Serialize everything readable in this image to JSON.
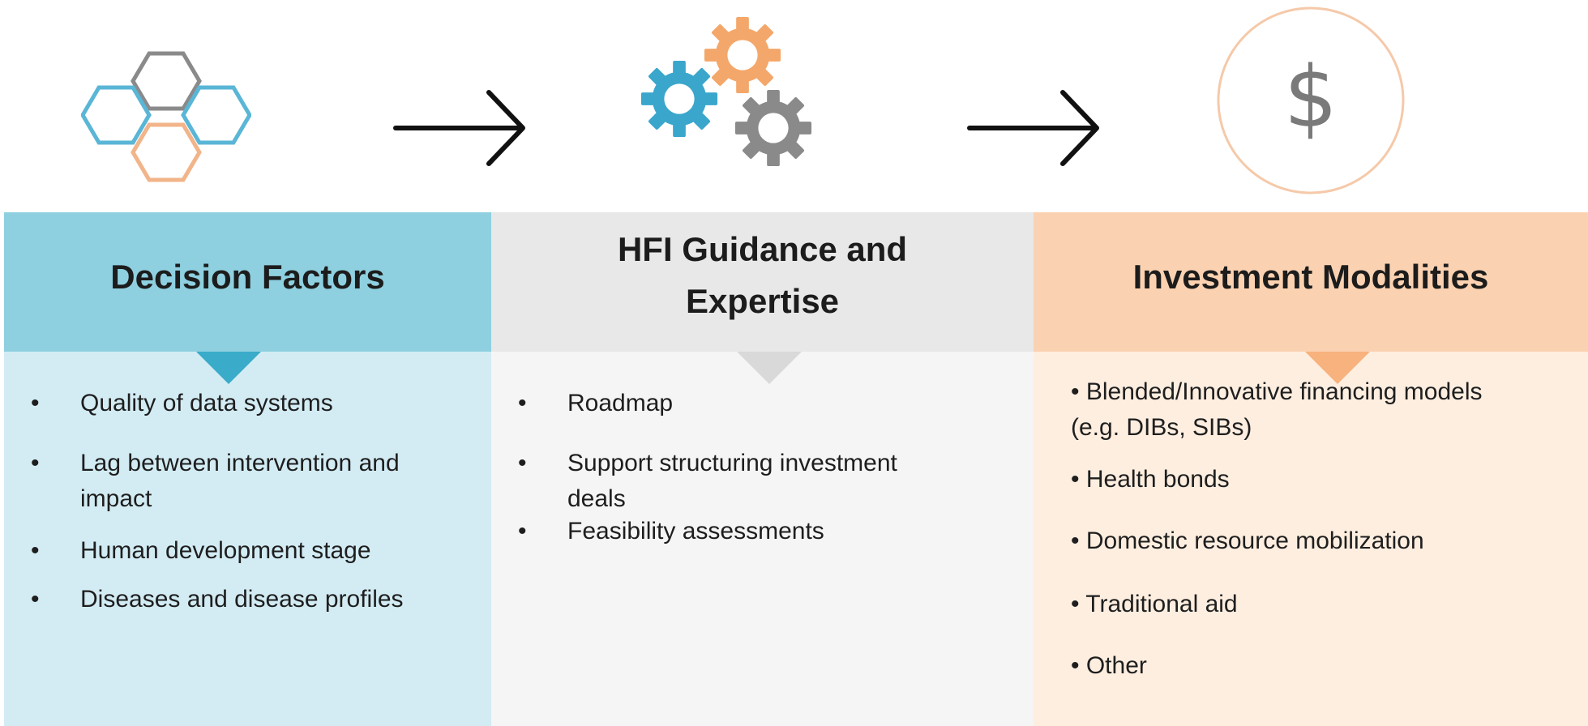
{
  "columns": [
    {
      "title": "Decision Factors",
      "items": [
        "Quality of data systems",
        [
          "Lag between intervention and",
          "impact"
        ],
        "Human development stage",
        "Diseases and disease profiles"
      ]
    },
    {
      "title_lines": [
        "HFI Guidance and",
        "Expertise"
      ],
      "items": [
        "Roadmap",
        [
          "Support structuring investment",
          "deals"
        ],
        "Feasibility assessments"
      ]
    },
    {
      "title": "Investment Modalities",
      "items": [
        [
          "• Blended/Innovative financing models",
          "(e.g. DIBs, SIBs)"
        ],
        "• Health bonds",
        "• Domestic resource mobilization",
        "• Traditional aid",
        "• Other"
      ]
    }
  ],
  "bullet_symbol": "•",
  "icons": {
    "step1": "hexagons-icon",
    "arrow1": "right-arrow-icon",
    "step2": "gears-icon",
    "arrow2": "right-arrow-icon",
    "step3": "dollar-circle-icon",
    "dollar_glyph": "$"
  },
  "colors": {
    "blue_header": "#8ed0e0",
    "blue_body": "#d3ecf4",
    "blue_pointer": "#3aabc9",
    "gray_header": "#e8e8e8",
    "gray_body": "#f5f5f5",
    "gray_pointer": "#d9d9d9",
    "orange_header": "#fbd2b1",
    "orange_body": "#fdeee0",
    "orange_pointer": "#f7b27d"
  }
}
